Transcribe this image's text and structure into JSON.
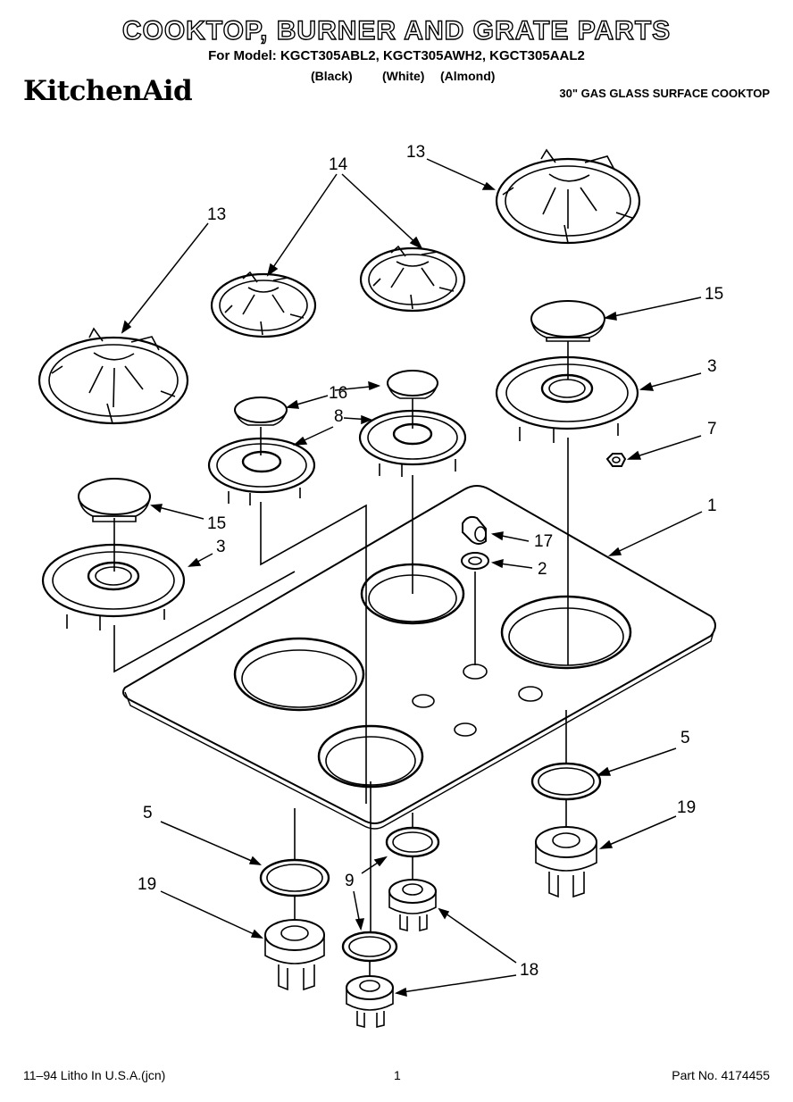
{
  "header": {
    "title": "COOKTOP, BURNER AND GRATE PARTS",
    "models": "For Model: KGCT305ABL2, KGCT305AWH2, KGCT305AAL2",
    "colors": [
      "(Black)",
      "(White)",
      "(Almond)"
    ],
    "brand": "KitchenAid",
    "product": "30\" GAS GLASS SURFACE COOKTOP"
  },
  "callouts": {
    "c13a": "13",
    "c13b": "13",
    "c14": "14",
    "c15a": "15",
    "c15b": "15",
    "c16": "16",
    "c8": "8",
    "c3a": "3",
    "c3b": "3",
    "c7": "7",
    "c1": "1",
    "c17": "17",
    "c2": "2",
    "c5a": "5",
    "c5b": "5",
    "c19a": "19",
    "c19b": "19",
    "c9": "9",
    "c18": "18"
  },
  "footer": {
    "litho": "11–94 Litho In U.S.A.(jcn)",
    "page": "1",
    "part_no": "Part No. 4174455"
  }
}
